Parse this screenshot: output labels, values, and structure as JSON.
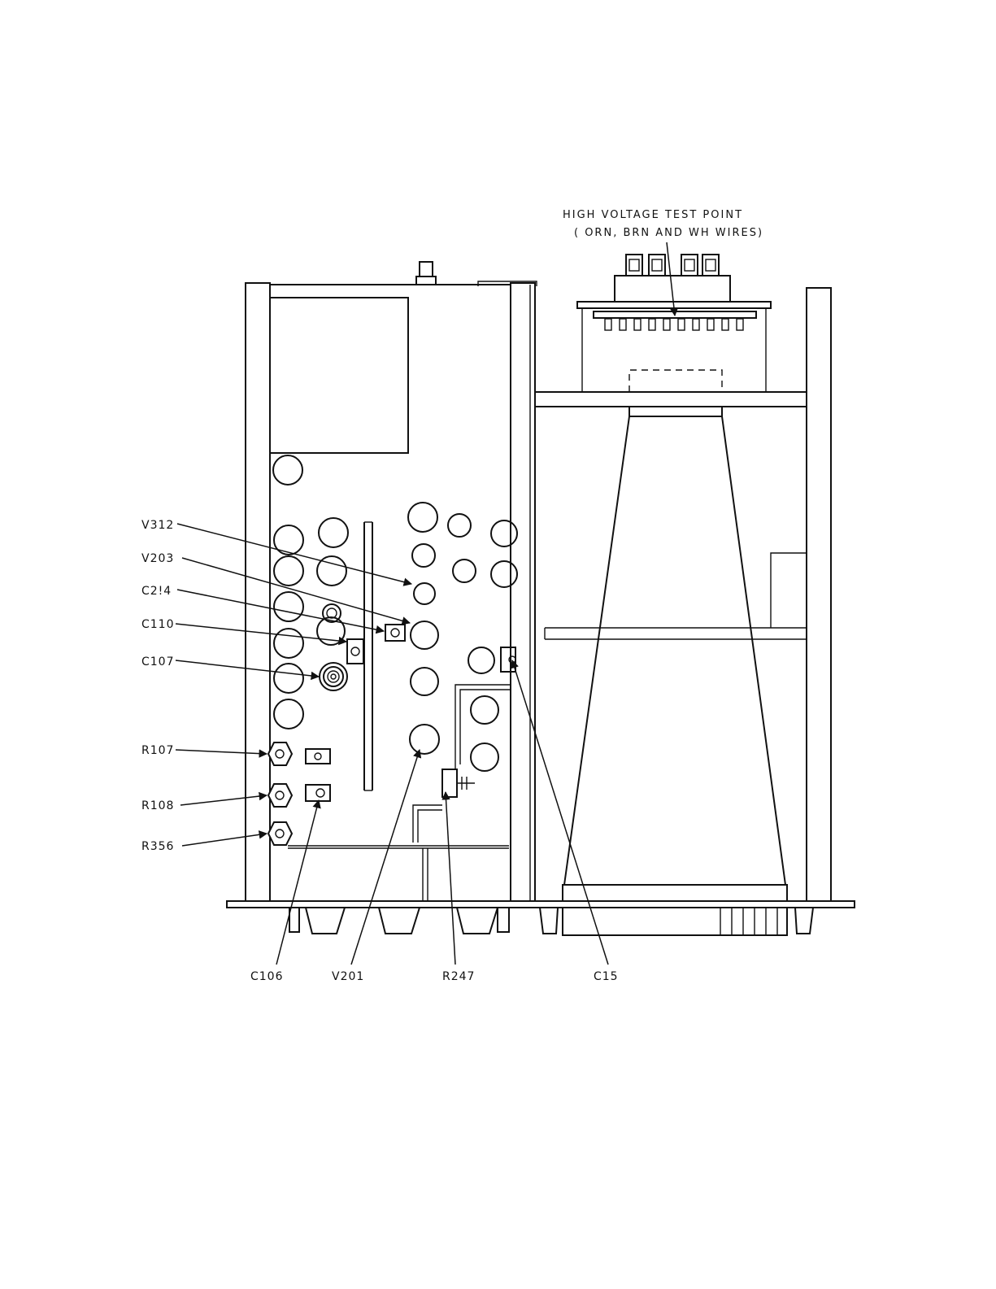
{
  "diagram": {
    "title_line1": "HIGH VOLTAGE TEST POINT",
    "title_line2": "( ORN, BRN AND WH WIRES)",
    "labels": {
      "v312": "V312",
      "v203": "V203",
      "c214": "C2!4",
      "c110": "C110",
      "c107": "C107",
      "r107": "R107",
      "r108": "R108",
      "r356": "R356",
      "c106": "C106",
      "v201": "V201",
      "r247": "R247",
      "c15": "C15"
    }
  }
}
